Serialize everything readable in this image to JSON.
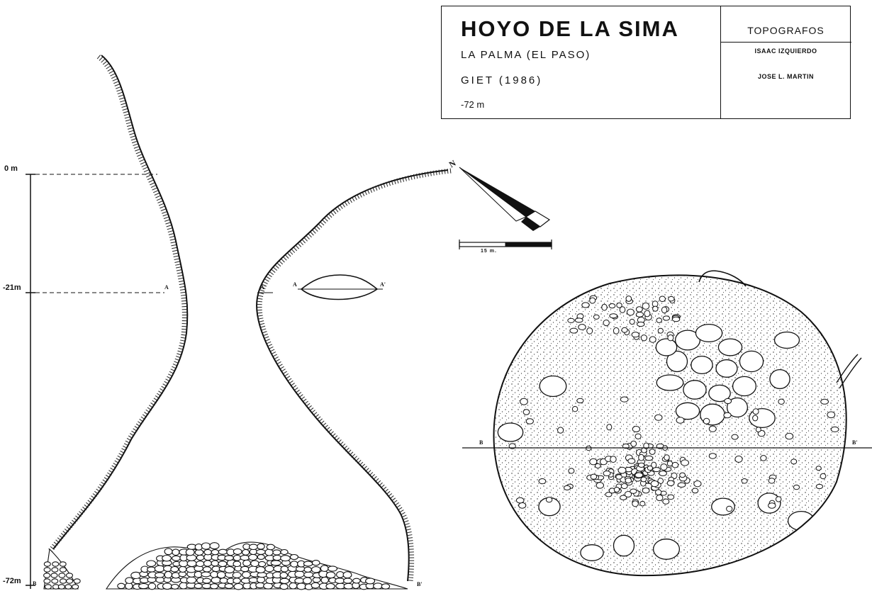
{
  "title_block": {
    "cave_name": "HOYO DE LA SIMA",
    "location": "LA PALMA (EL PASO)",
    "survey_group_year": "GIET   (1986)",
    "depth": "-72 m",
    "surveyors_heading": "TOPOGRAFOS",
    "surveyors": [
      "ISAAC IZQUIERDO",
      "JOSE L. MARTIN"
    ]
  },
  "profile": {
    "depth_labels": [
      "0 m",
      "-21m",
      "-72m"
    ],
    "markers": {
      "a": "A",
      "a_prime": "A'",
      "b": "B",
      "b_prime": "B'"
    }
  },
  "section_aa": {
    "a": "A",
    "a_prime": "A'"
  },
  "north_arrow": {
    "label": "N"
  },
  "scale_bar": {
    "label": "15 m."
  },
  "plan": {
    "b": "B",
    "b_prime": "B'"
  }
}
